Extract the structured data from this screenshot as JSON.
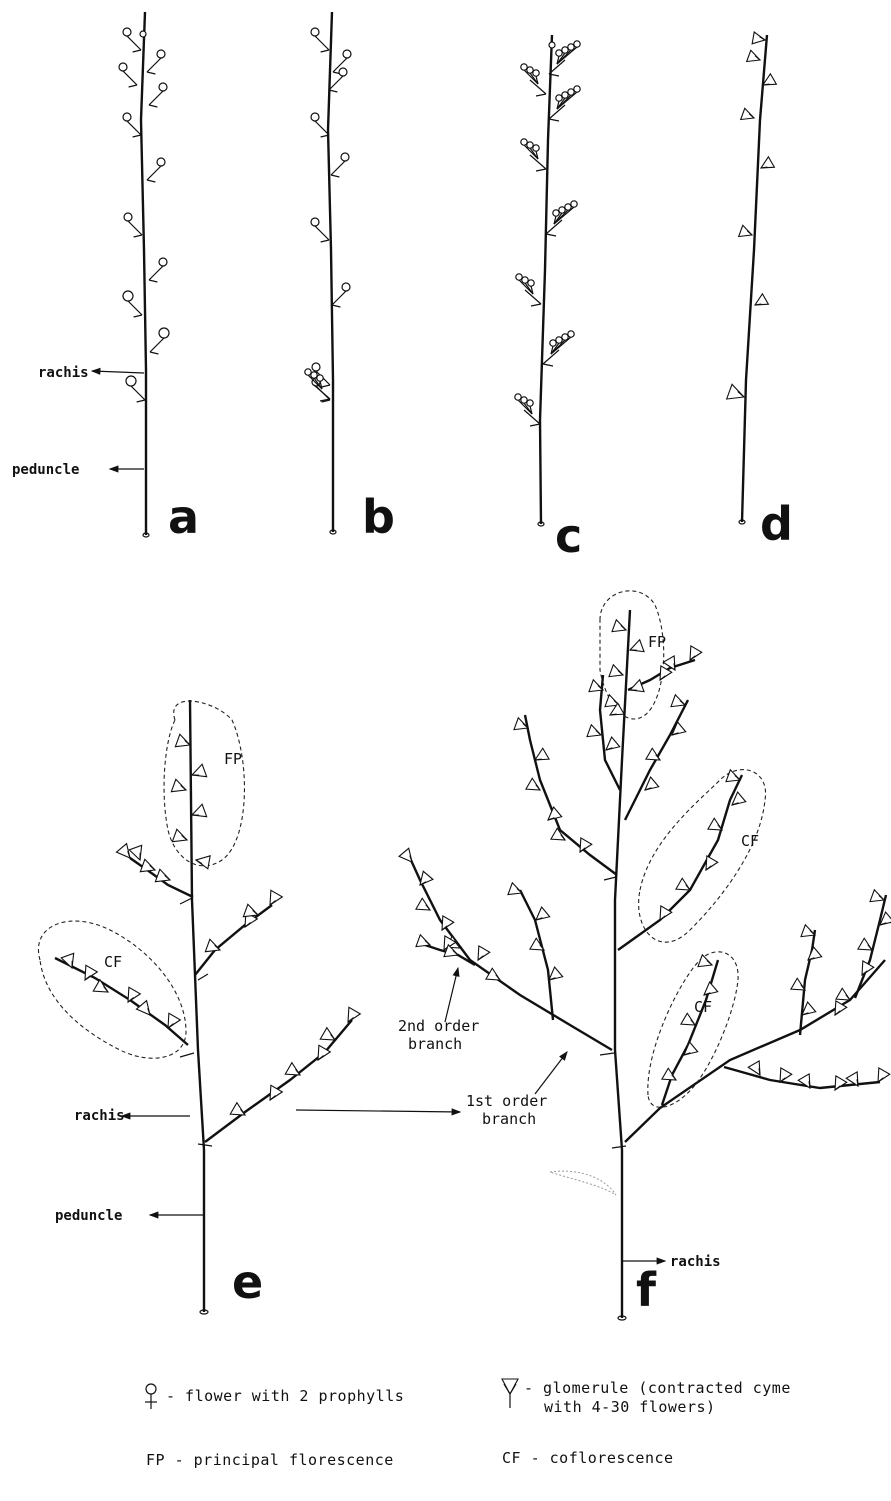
{
  "panels": {
    "a": "a",
    "b": "b",
    "c": "c",
    "d": "d",
    "e": "e",
    "f": "f"
  },
  "labels": {
    "rachis": "rachis",
    "peduncle": "peduncle",
    "fp": "FP",
    "cf": "CF",
    "second_order_line1": "2nd order",
    "second_order_line2": "branch",
    "first_order_line1": "1st order",
    "first_order_line2": "branch"
  },
  "legend": {
    "flower": "- flower with 2 prophylls",
    "glomerule_line1": "- glomerule (contracted cyme",
    "glomerule_line2": "with 4-30 flowers)",
    "fp": "FP - principal florescence",
    "cf": "CF - coflorescence"
  }
}
